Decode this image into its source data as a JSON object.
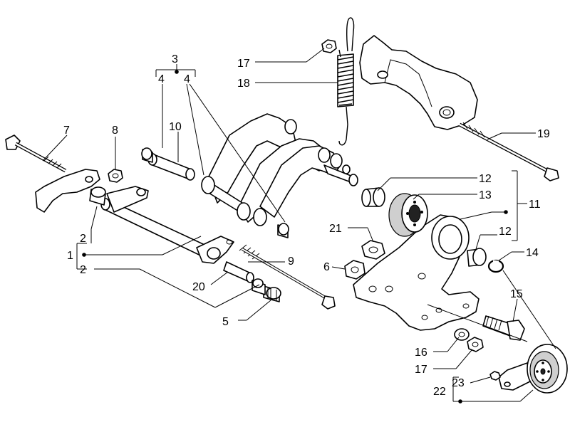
{
  "callouts": [
    {
      "id": "c1",
      "label": "1"
    },
    {
      "id": "c2a",
      "label": "2"
    },
    {
      "id": "c2b",
      "label": "2"
    },
    {
      "id": "c3",
      "label": "3"
    },
    {
      "id": "c4a",
      "label": "4"
    },
    {
      "id": "c4b",
      "label": "4"
    },
    {
      "id": "c5",
      "label": "5"
    },
    {
      "id": "c6",
      "label": "6"
    },
    {
      "id": "c7",
      "label": "7"
    },
    {
      "id": "c8",
      "label": "8"
    },
    {
      "id": "c9",
      "label": "9"
    },
    {
      "id": "c10",
      "label": "10"
    },
    {
      "id": "c11",
      "label": "11"
    },
    {
      "id": "c12a",
      "label": "12"
    },
    {
      "id": "c12b",
      "label": "12"
    },
    {
      "id": "c13",
      "label": "13"
    },
    {
      "id": "c14",
      "label": "14"
    },
    {
      "id": "c15",
      "label": "15"
    },
    {
      "id": "c16",
      "label": "16"
    },
    {
      "id": "c17a",
      "label": "17"
    },
    {
      "id": "c17b",
      "label": "17"
    },
    {
      "id": "c18",
      "label": "18"
    },
    {
      "id": "c19",
      "label": "19"
    },
    {
      "id": "c20",
      "label": "20"
    },
    {
      "id": "c21",
      "label": "21"
    },
    {
      "id": "c22",
      "label": "22"
    },
    {
      "id": "c23",
      "label": "23"
    }
  ]
}
